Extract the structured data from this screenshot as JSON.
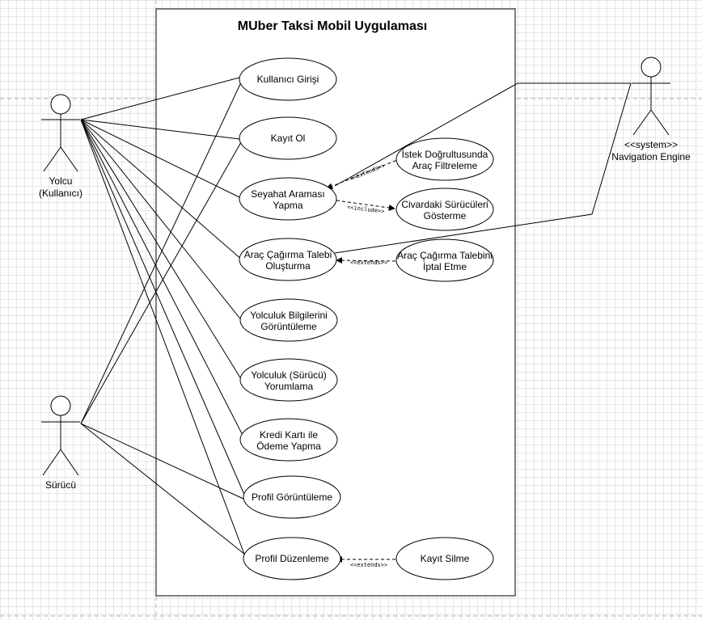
{
  "diagram": {
    "title": "MUber Taksi Mobil Uygulaması",
    "actors": {
      "yolcu": [
        "Yolcu",
        "(Kullanıcı)"
      ],
      "surucu": [
        "Sürücü"
      ],
      "nav": [
        "<<system>>",
        "Navigation Engine"
      ]
    },
    "use_cases": {
      "kullanici_girisi": [
        "Kullanıcı Girişi"
      ],
      "kayit_ol": [
        "Kayıt Ol"
      ],
      "seyahat_aramasi": [
        "Seyahat Araması",
        "Yapma"
      ],
      "istek_filtreleme": [
        "İstek Doğrultusunda",
        "Araç Filtreleme"
      ],
      "civardaki_suruculer": [
        "Civardaki Sürücüleri",
        "Gösterme"
      ],
      "arac_cagirma": [
        "Araç Çağırma Talebi",
        "Oluşturma"
      ],
      "arac_cagirma_iptal": [
        "Araç Çağırma Talebini",
        "İptal Etme"
      ],
      "yolculuk_bilgileri": [
        "Yolculuk Bilgilerini",
        "Görüntüleme"
      ],
      "yolculuk_yorumlama": [
        "Yolculuk (Sürücü)",
        "Yorumlama"
      ],
      "kredi_karti": [
        "Kredi Kartı ile",
        "Ödeme Yapma"
      ],
      "profil_goruntuleme": [
        "Profil Görüntüleme"
      ],
      "profil_duzenleme": [
        "Profil Düzenleme"
      ],
      "kayit_silme": [
        "Kayıt Silme"
      ]
    },
    "relations": {
      "extends": "<<extends>>",
      "include": "<<include>>"
    }
  }
}
